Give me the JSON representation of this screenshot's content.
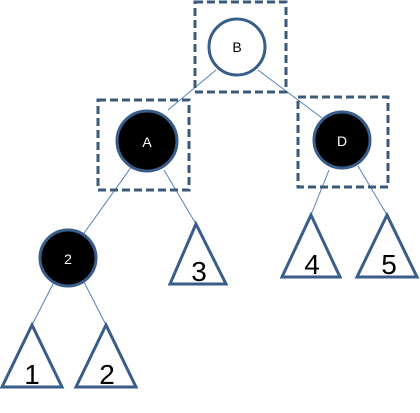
{
  "tree": {
    "nodes": {
      "root": {
        "label": "B",
        "style": "white"
      },
      "left": {
        "label": "A",
        "style": "black"
      },
      "right": {
        "label": "D",
        "style": "black"
      },
      "left_left": {
        "label": "2",
        "style": "black"
      }
    },
    "subtrees": {
      "t1": {
        "label": "1"
      },
      "t2": {
        "label": "2"
      },
      "t3": {
        "label": "3"
      },
      "t4": {
        "label": "4"
      },
      "t5": {
        "label": "5"
      }
    }
  },
  "colors": {
    "edge": "#4f81bd",
    "outline": "#385d8a",
    "dashed_box": "#3b5a7a",
    "node_black_fill": "#000000",
    "node_white_fill": "#ffffff"
  }
}
